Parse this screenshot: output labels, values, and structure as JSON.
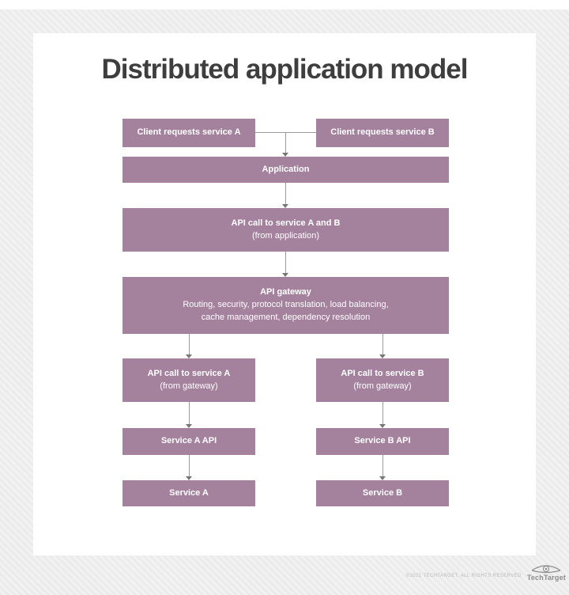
{
  "title": "Distributed application model",
  "diagram": {
    "nodes": {
      "client_a": {
        "label": "Client requests service A"
      },
      "client_b": {
        "label": "Client requests service B"
      },
      "application": {
        "label": "Application"
      },
      "api_call_ab": {
        "label": "API call to service A and B",
        "sublabel": "(from application)"
      },
      "api_gateway": {
        "label": "API gateway",
        "subline1": "Routing, security, protocol translation, load balancing,",
        "subline2": "cache management, dependency resolution"
      },
      "api_call_a": {
        "label": "API call to service A",
        "sublabel": "(from gateway)"
      },
      "api_call_b": {
        "label": "API call to service B",
        "sublabel": "(from gateway)"
      },
      "service_a_api": {
        "label": "Service A API"
      },
      "service_b_api": {
        "label": "Service B API"
      },
      "service_a": {
        "label": "Service A"
      },
      "service_b": {
        "label": "Service B"
      }
    }
  },
  "footer": {
    "copyright": "©2021 TECHTARGET, ALL RIGHTS RESERVED",
    "brand": "TechTarget",
    "logo_icon": "techtarget-eye-icon"
  },
  "colors": {
    "node_fill": "#a4819d",
    "node_text": "#ffffff",
    "title_text": "#3e3e3e",
    "connector": "#9a9a9a",
    "arrowhead": "#777777",
    "card_background": "#ffffff",
    "page_background": "#ededee",
    "footer_text": "#8d8d8d"
  }
}
